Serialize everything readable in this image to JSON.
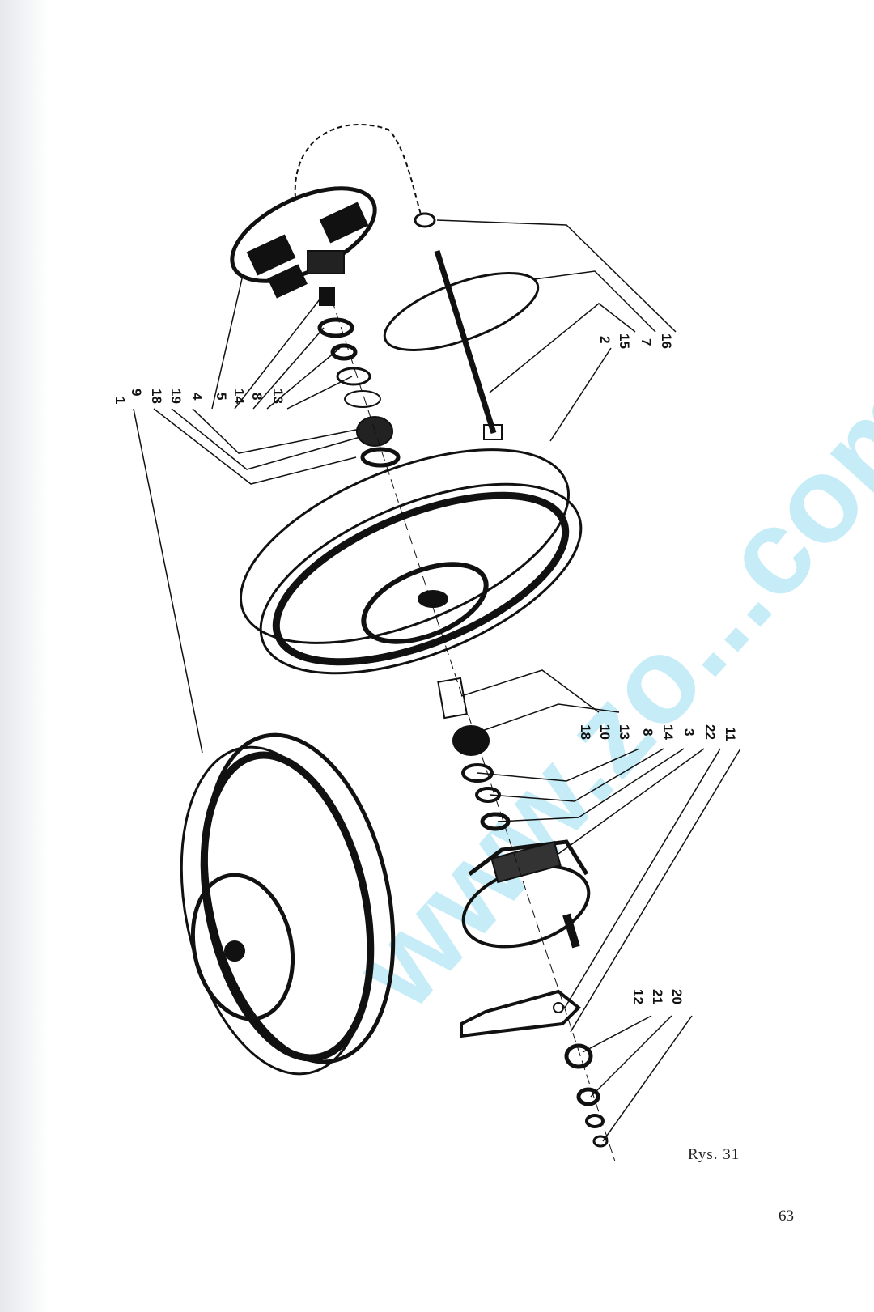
{
  "figure": {
    "caption": "Rys. 31",
    "watermark": "www.zo...com",
    "label_groups": {
      "top_left": [
        "1",
        "9",
        "18",
        "19",
        "4",
        "5",
        "14",
        "8",
        "13"
      ],
      "top_right": [
        "2",
        "15",
        "7",
        "16"
      ],
      "middle_right": [
        "18",
        "10",
        "13",
        "8",
        "14",
        "3",
        "22",
        "11"
      ],
      "bottom_right": [
        "12",
        "21",
        "20"
      ]
    }
  },
  "page": {
    "number": "63"
  }
}
